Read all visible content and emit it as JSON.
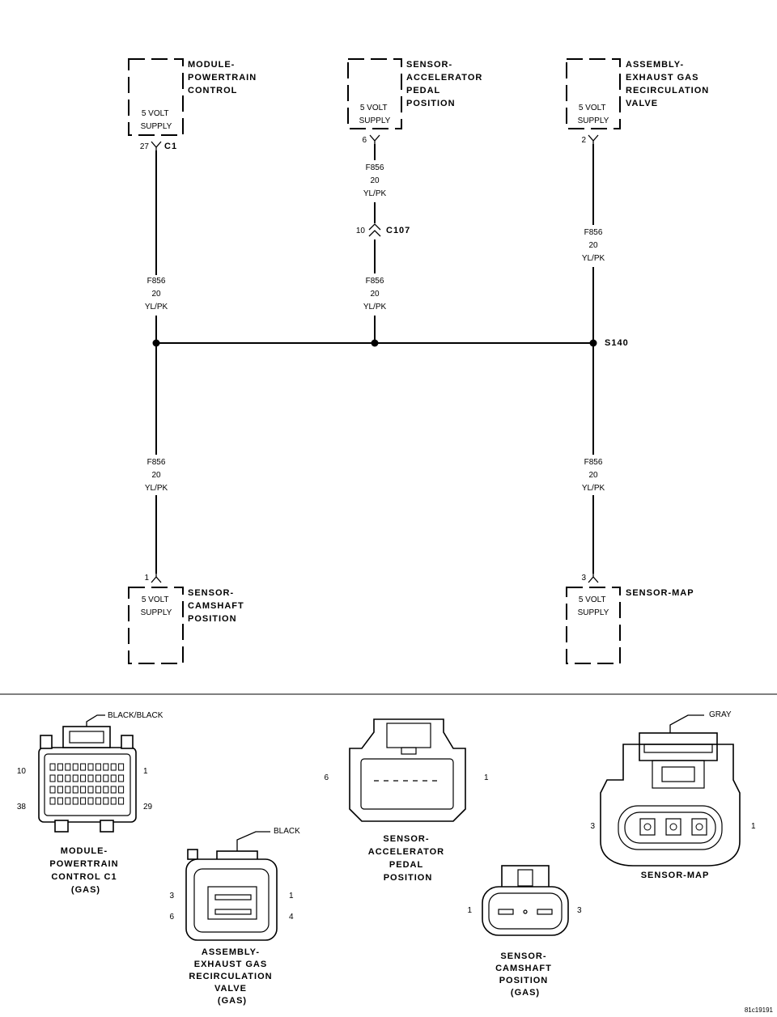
{
  "modules": {
    "pcm": {
      "title": [
        "MODULE-",
        "POWERTRAIN",
        "CONTROL"
      ],
      "supply": [
        "5 VOLT",
        "SUPPLY"
      ],
      "pin": "27",
      "connector": "C1"
    },
    "app": {
      "title": [
        "SENSOR-",
        "ACCELERATOR",
        "PEDAL",
        "POSITION"
      ],
      "supply": [
        "5 VOLT",
        "SUPPLY"
      ],
      "pin": "6"
    },
    "egr": {
      "title": [
        "ASSEMBLY-",
        "EXHAUST GAS",
        "RECIRCULATION",
        "VALVE"
      ],
      "supply": [
        "5 VOLT",
        "SUPPLY"
      ],
      "pin": "2"
    },
    "cam": {
      "title": [
        "SENSOR-",
        "CAMSHAFT",
        "POSITION"
      ],
      "supply": [
        "5 VOLT",
        "SUPPLY"
      ],
      "pin": "1"
    },
    "map": {
      "title": [
        "SENSOR-MAP"
      ],
      "supply": [
        "5 VOLT",
        "SUPPLY"
      ],
      "pin": "3"
    }
  },
  "inline_connector": {
    "pin": "10",
    "name": "C107"
  },
  "splice": {
    "name": "S140"
  },
  "wire": {
    "circuit": "F856",
    "gauge": "20",
    "color": "YL/PK"
  },
  "connector_views": {
    "pcm_c1": {
      "title": [
        "MODULE-",
        "POWERTRAIN",
        "CONTROL C1",
        "(GAS)"
      ],
      "color_label": "BLACK/BLACK",
      "pins": {
        "top_left": "10",
        "top_right": "1",
        "bottom_left": "38",
        "bottom_right": "29"
      }
    },
    "egr": {
      "title": [
        "ASSEMBLY-",
        "EXHAUST GAS",
        "RECIRCULATION",
        "VALVE",
        "(GAS)"
      ],
      "color_label": "BLACK",
      "pins": {
        "top_left": "3",
        "top_right": "1",
        "bottom_left": "6",
        "bottom_right": "4"
      }
    },
    "app": {
      "title": [
        "SENSOR-",
        "ACCELERATOR",
        "PEDAL",
        "POSITION"
      ],
      "pins": {
        "left": "6",
        "right": "1"
      }
    },
    "cam": {
      "title": [
        "SENSOR-",
        "CAMSHAFT",
        "POSITION",
        "(GAS)"
      ],
      "pins": {
        "left": "1",
        "right": "3"
      }
    },
    "map": {
      "title": [
        "SENSOR-MAP"
      ],
      "color_label": "GRAY",
      "pins": {
        "left": "3",
        "right": "1"
      }
    }
  },
  "figure_id": "81c19191"
}
